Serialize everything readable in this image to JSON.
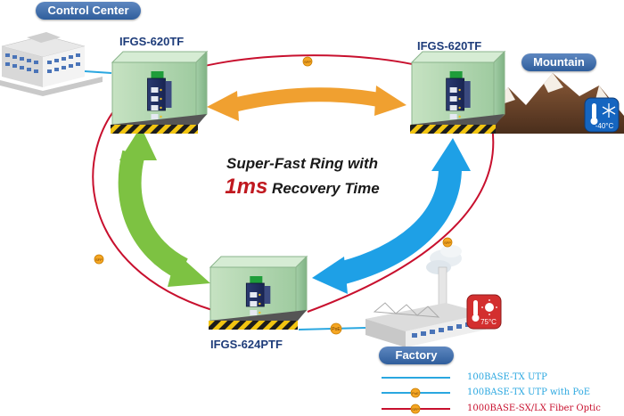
{
  "labels": {
    "control_center": "Control Center",
    "mountain": "Mountain",
    "factory": "Factory"
  },
  "devices": {
    "top_left": "IFGS-620TF",
    "top_right": "IFGS-620TF",
    "bottom": "IFGS-624PTF"
  },
  "headline": {
    "line1": "Super-Fast Ring with",
    "highlight": "1ms",
    "line2_rest": " Recovery Time"
  },
  "badges": {
    "poe": "PoE",
    "sfp": "SFP",
    "cold_temp": "-40°C",
    "hot_temp": "75°C"
  },
  "legend": [
    {
      "text": "100BASE-TX UTP",
      "color": "#2aa7e0"
    },
    {
      "text": "100BASE-TX UTP with PoE",
      "color": "#2aa7e0"
    },
    {
      "text": "1000BASE-SX/LX Fiber Optic",
      "color": "#c8102e"
    }
  ],
  "colors": {
    "fiber": "#c8102e",
    "utp": "#2aa7e0",
    "accent_blue": "#3465a4",
    "arrow_orange": "#f0a030",
    "arrow_green": "#7dc242",
    "arrow_blue": "#1ea0e6",
    "cold_badge": "#1565c0",
    "hot_badge": "#d32f2f"
  },
  "icons": [
    "office-building-icon",
    "factory-icon",
    "mountain-icon",
    "snowflake-thermometer-icon",
    "sun-thermometer-icon",
    "industrial-switch-icon"
  ]
}
